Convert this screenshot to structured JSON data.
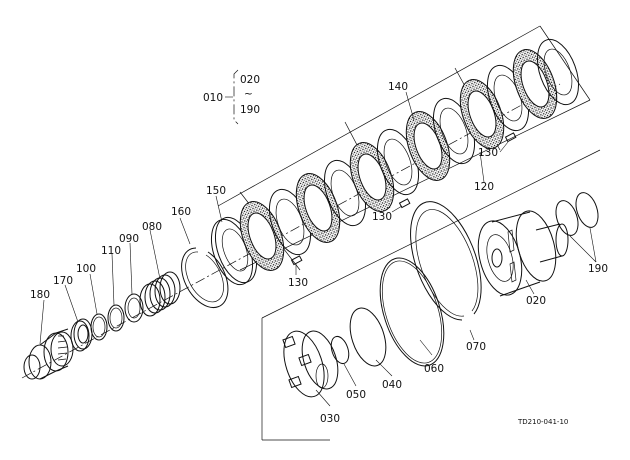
{
  "diagram_id": "TD210-041-10",
  "group": {
    "main": "010",
    "range_from": "020",
    "range_symbol": "~",
    "range_to": "190"
  },
  "part_labels": {
    "p020": "020",
    "p030": "030",
    "p040": "040",
    "p050": "050",
    "p060": "060",
    "p070": "070",
    "p080": "080",
    "p090": "090",
    "p100": "100",
    "p110": "110",
    "p120": "120",
    "p130a": "130",
    "p130b": "130",
    "p130c": "130",
    "p140": "140",
    "p150": "150",
    "p160": "160",
    "p170": "170",
    "p180": "180",
    "p190": "190"
  }
}
